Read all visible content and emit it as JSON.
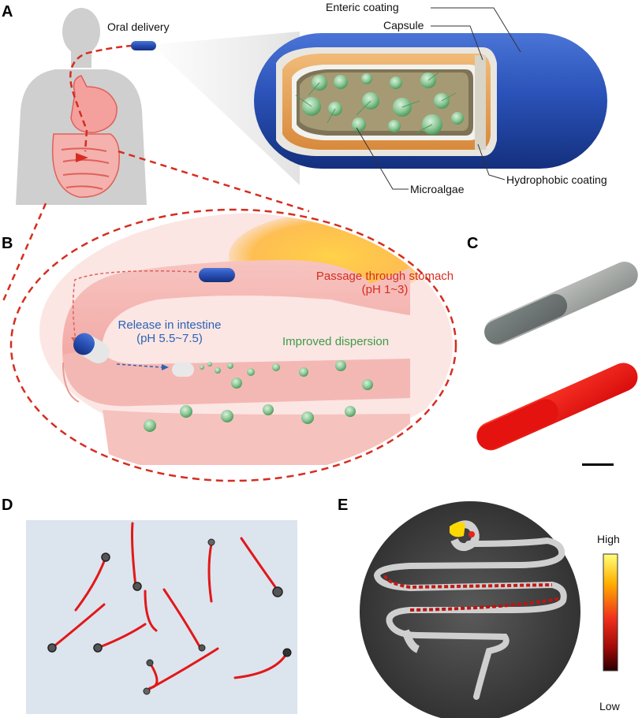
{
  "panels": {
    "A": "A",
    "B": "B",
    "C": "C",
    "D": "D",
    "E": "E"
  },
  "panelA": {
    "oral_delivery": "Oral delivery",
    "enteric_coating": "Enteric coating",
    "capsule": "Capsule",
    "hydrophobic_coating": "Hydrophobic coating",
    "microalgae": "Microalgae"
  },
  "panelB": {
    "passage_line1": "Passage through stomach",
    "passage_line2": "(pH 1~3)",
    "release_line1": "Release in intestine",
    "release_line2": "(pH 5.5~7.5)",
    "improved_dispersion": "Improved dispersion"
  },
  "panelE": {
    "colorbar_high": "High",
    "colorbar_low": "Low"
  },
  "colors": {
    "capsule_blue": "#2348a8",
    "capsule_orange": "#e8a45c",
    "dash_red": "#d62d20",
    "algae_green": "#8cc896",
    "track_red": "#e21818",
    "panel_d_bg": "#dce4ee"
  }
}
